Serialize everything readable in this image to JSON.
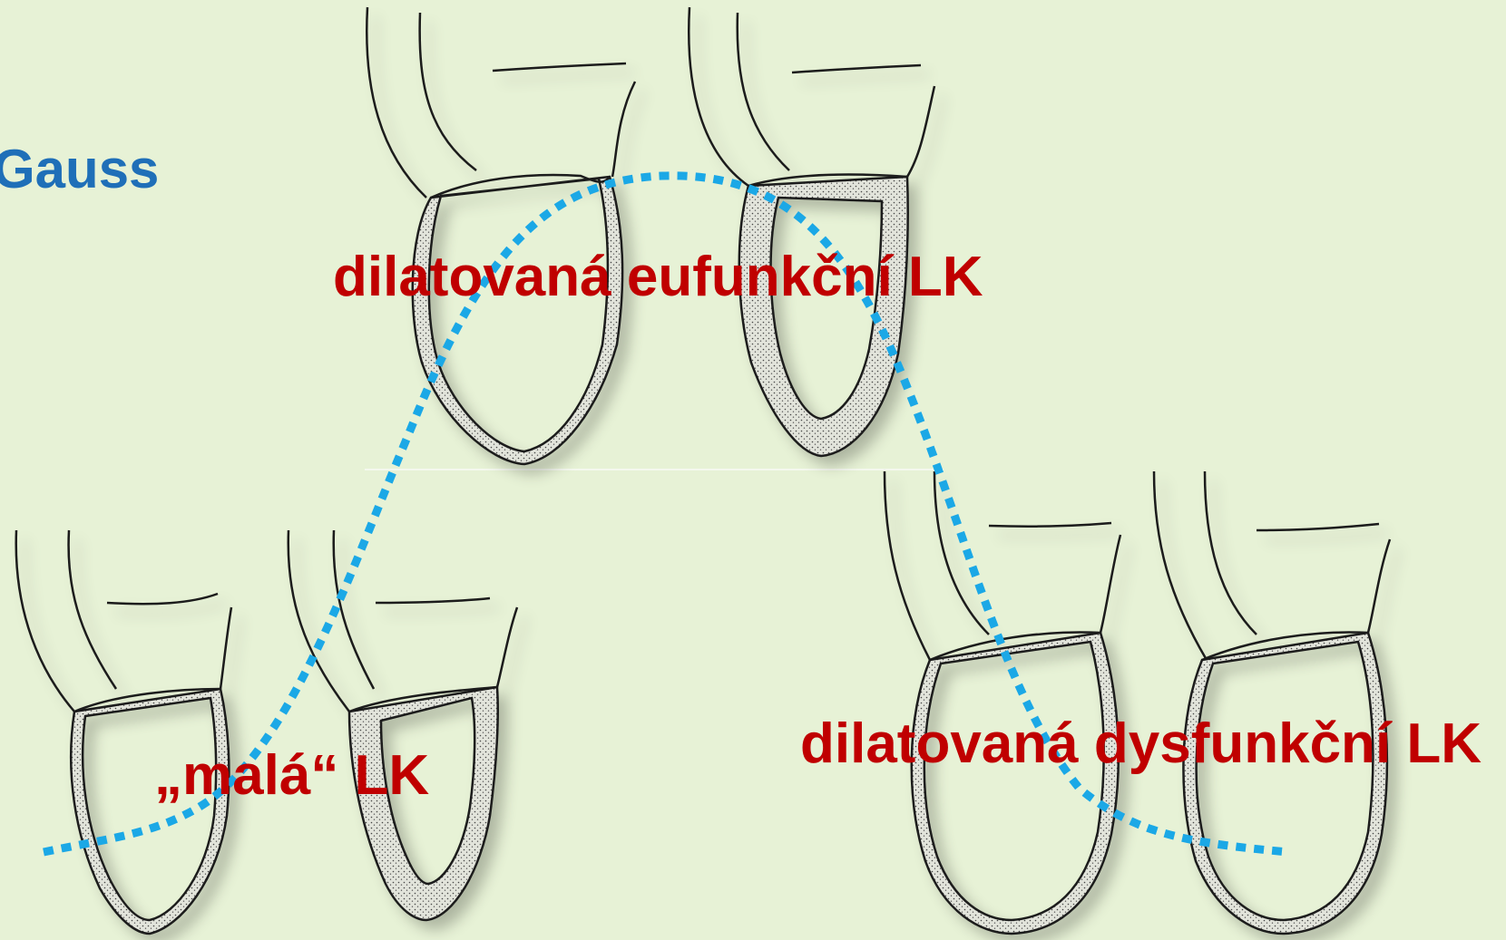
{
  "title": "Gauss",
  "labels": {
    "dilated_eufunctional": "dilatovaná eufunkční LK",
    "small": "„malá“ LK",
    "dilated_dysfunctional": "dilatovaná dysfunkční LK"
  },
  "colors": {
    "background": "#e7f2d6",
    "title": "#1f6fb8",
    "labels": "#c00000",
    "curve": "#1ba8e6",
    "outline": "#1a1a1a",
    "wall_fill": "#d9dbd2"
  }
}
